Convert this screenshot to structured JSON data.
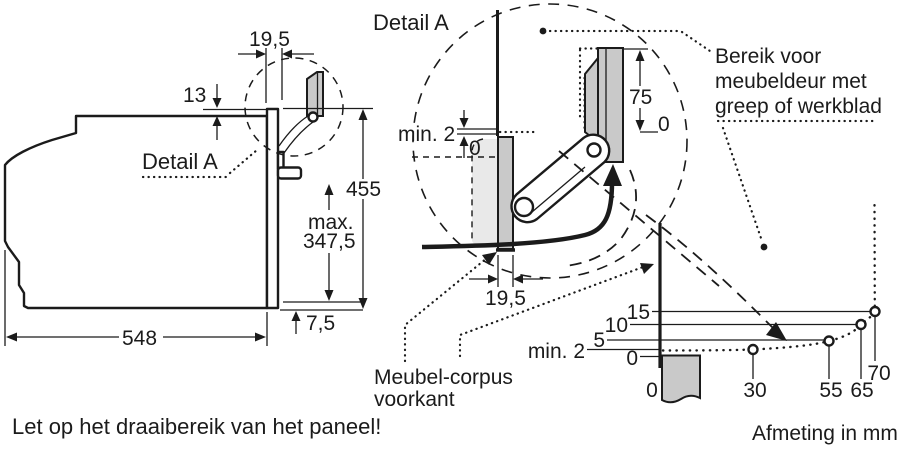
{
  "colors": {
    "ink": "#1b1b1b",
    "panel_gray": "#c9c9c9",
    "cavity_gray": "#e9e9e9",
    "background": "#ffffff"
  },
  "titles": {
    "detail_view": "Detail A"
  },
  "left_view": {
    "detail_label": "Detail A",
    "dim_top_gap": "19,5",
    "dim_front": "13",
    "dim_height": "455",
    "dim_max_prefix": "max.",
    "dim_max_value": "347,5",
    "dim_bottom": "7,5",
    "dim_depth": "548"
  },
  "detail_view": {
    "min_gap": "min. 2",
    "zero_top": "0",
    "door_height": "75",
    "zero_door": "0",
    "dim_gap": "19,5"
  },
  "callouts": {
    "bereik": [
      "Bereik voor",
      "meubeldeur met",
      "greep of werkblad"
    ],
    "meubel": [
      "Meubel-corpus",
      "voorkant"
    ]
  },
  "graph": {
    "y_labels": [
      "15",
      "10",
      "5",
      "min. 2",
      "0"
    ],
    "x_labels": [
      "0",
      "30",
      "55",
      "65",
      "70"
    ],
    "unit": "Afmeting in mm"
  },
  "footer": {
    "warning": "Let op het draaibereik van het paneel!"
  },
  "chart_data": {
    "type": "line",
    "title": "Bereik voor meubeldeur met greep of werkblad",
    "xlabel": "Afmeting in mm",
    "ylabel": "",
    "x": [
      0,
      30,
      55,
      65,
      70
    ],
    "y": [
      2,
      2,
      5,
      10,
      15
    ],
    "points": [
      [
        30,
        2
      ],
      [
        55,
        5
      ],
      [
        65,
        10
      ],
      [
        70,
        15
      ]
    ],
    "x_tick_labels": [
      "0",
      "30",
      "55",
      "65",
      "70"
    ],
    "y_tick_labels": [
      "0",
      "min. 2",
      "5",
      "10",
      "15"
    ],
    "style": "dotted boundary curve with open circle markers, rises steeply after x=70"
  }
}
